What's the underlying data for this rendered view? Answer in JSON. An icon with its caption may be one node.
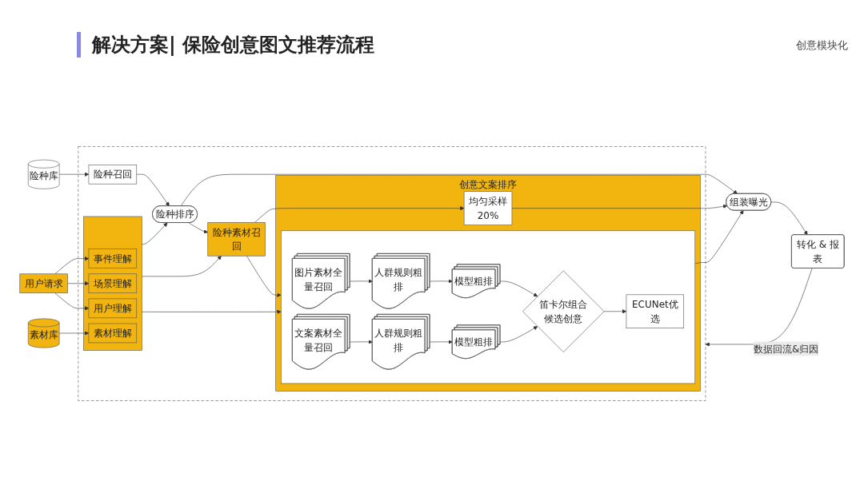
{
  "diagram": {
    "title": "解决方案| 保险创意图文推荐流程",
    "nodes": [
      {
        "text": [
          "转化 & 报表"
        ]
      },
      {
        "text": [
          "组装曝光"
        ]
      },
      {
        "text": [],
        "shape": "box"
      },
      {
        "text": [
          "险种库"
        ]
      },
      {
        "text": [
          "险种召回"
        ],
        "in": 2
      },
      {
        "text": [
          "用户请求"
        ]
      },
      {
        "text": [],
        "shape": "box",
        "in": 2
      },
      {
        "text": [
          "事件理解"
        ],
        "in": 6
      },
      {
        "text": [
          "场景理解"
        ],
        "in": 6
      },
      {
        "text": [
          "用户理解"
        ],
        "in": 6
      },
      {
        "text": [
          "素材理解"
        ],
        "in": 6
      },
      {
        "text": [
          "素材库"
        ]
      },
      {
        "text": [
          "险种排序"
        ],
        "in": 2
      },
      {
        "text": [
          "险种素材召回"
        ],
        "in": 2
      },
      {
        "text": [
          "创意文案排序"
        ],
        "in": 2
      },
      {
        "text": [
          "均匀采样",
          "20%"
        ],
        "in": 14
      },
      {
        "text": [],
        "shape": "box",
        "in": 14
      },
      {
        "text": [
          "ECUNet优选"
        ],
        "in": 16
      },
      {
        "text": [
          "笛卡尔组合候选创意"
        ],
        "in": 16
      },
      {
        "text": [
          "模型粗排"
        ],
        "in": 16
      },
      {
        "text": [
          "模型粗排"
        ],
        "in": 16
      },
      {
        "text": [
          "人群规则粗排"
        ],
        "in": 16
      },
      {
        "text": [
          "人群规则粗排"
        ],
        "in": 16
      },
      {
        "text": [
          "图片素材全量召回"
        ],
        "in": 16
      },
      {
        "text": [
          "文案素材全量召回"
        ],
        "in": 16
      }
    ],
    "edges": [
      {
        "from": 0,
        "to": 2,
        "label": "数据回流&归因",
        "arrow": "to"
      },
      {
        "from": 1,
        "to": 0,
        "arrow": "to"
      },
      {
        "from": 12,
        "to": 1,
        "arrow": "to"
      },
      {
        "from": 15,
        "to": 1,
        "arrow": "to"
      },
      {
        "from": 16,
        "to": 1,
        "arrow": "to"
      },
      {
        "from": 3,
        "to": 4,
        "arrow": "to"
      },
      {
        "from": 4,
        "to": 12,
        "arrow": "to"
      },
      {
        "from": 5,
        "to": 7,
        "arrow": "to"
      },
      {
        "from": 5,
        "to": 8,
        "arrow": "to"
      },
      {
        "from": 5,
        "to": 9,
        "arrow": "to"
      },
      {
        "from": 11,
        "to": 10,
        "arrow": "to"
      },
      {
        "from": 6,
        "to": 12,
        "arrow": "to"
      },
      {
        "from": 12,
        "to": 13,
        "arrow": "to"
      },
      {
        "from": 6,
        "to": 13,
        "arrow": "to"
      },
      {
        "from": 13,
        "to": 15,
        "arrow": "to"
      },
      {
        "from": 13,
        "to": 16,
        "arrow": "to"
      },
      {
        "from": 6,
        "to": 16,
        "arrow": "to"
      },
      {
        "from": 23,
        "to": 21,
        "arrow": "to"
      },
      {
        "from": 21,
        "to": 19,
        "arrow": "to"
      },
      {
        "from": 19,
        "to": 18,
        "arrow": "to"
      },
      {
        "from": 24,
        "to": 22,
        "arrow": "to"
      },
      {
        "from": 22,
        "to": 20,
        "arrow": "to"
      },
      {
        "from": 20,
        "to": 18,
        "arrow": "to"
      },
      {
        "from": 18,
        "to": 17,
        "arrow": "to"
      }
    ],
    "labels": [
      "创意模块化"
    ]
  }
}
